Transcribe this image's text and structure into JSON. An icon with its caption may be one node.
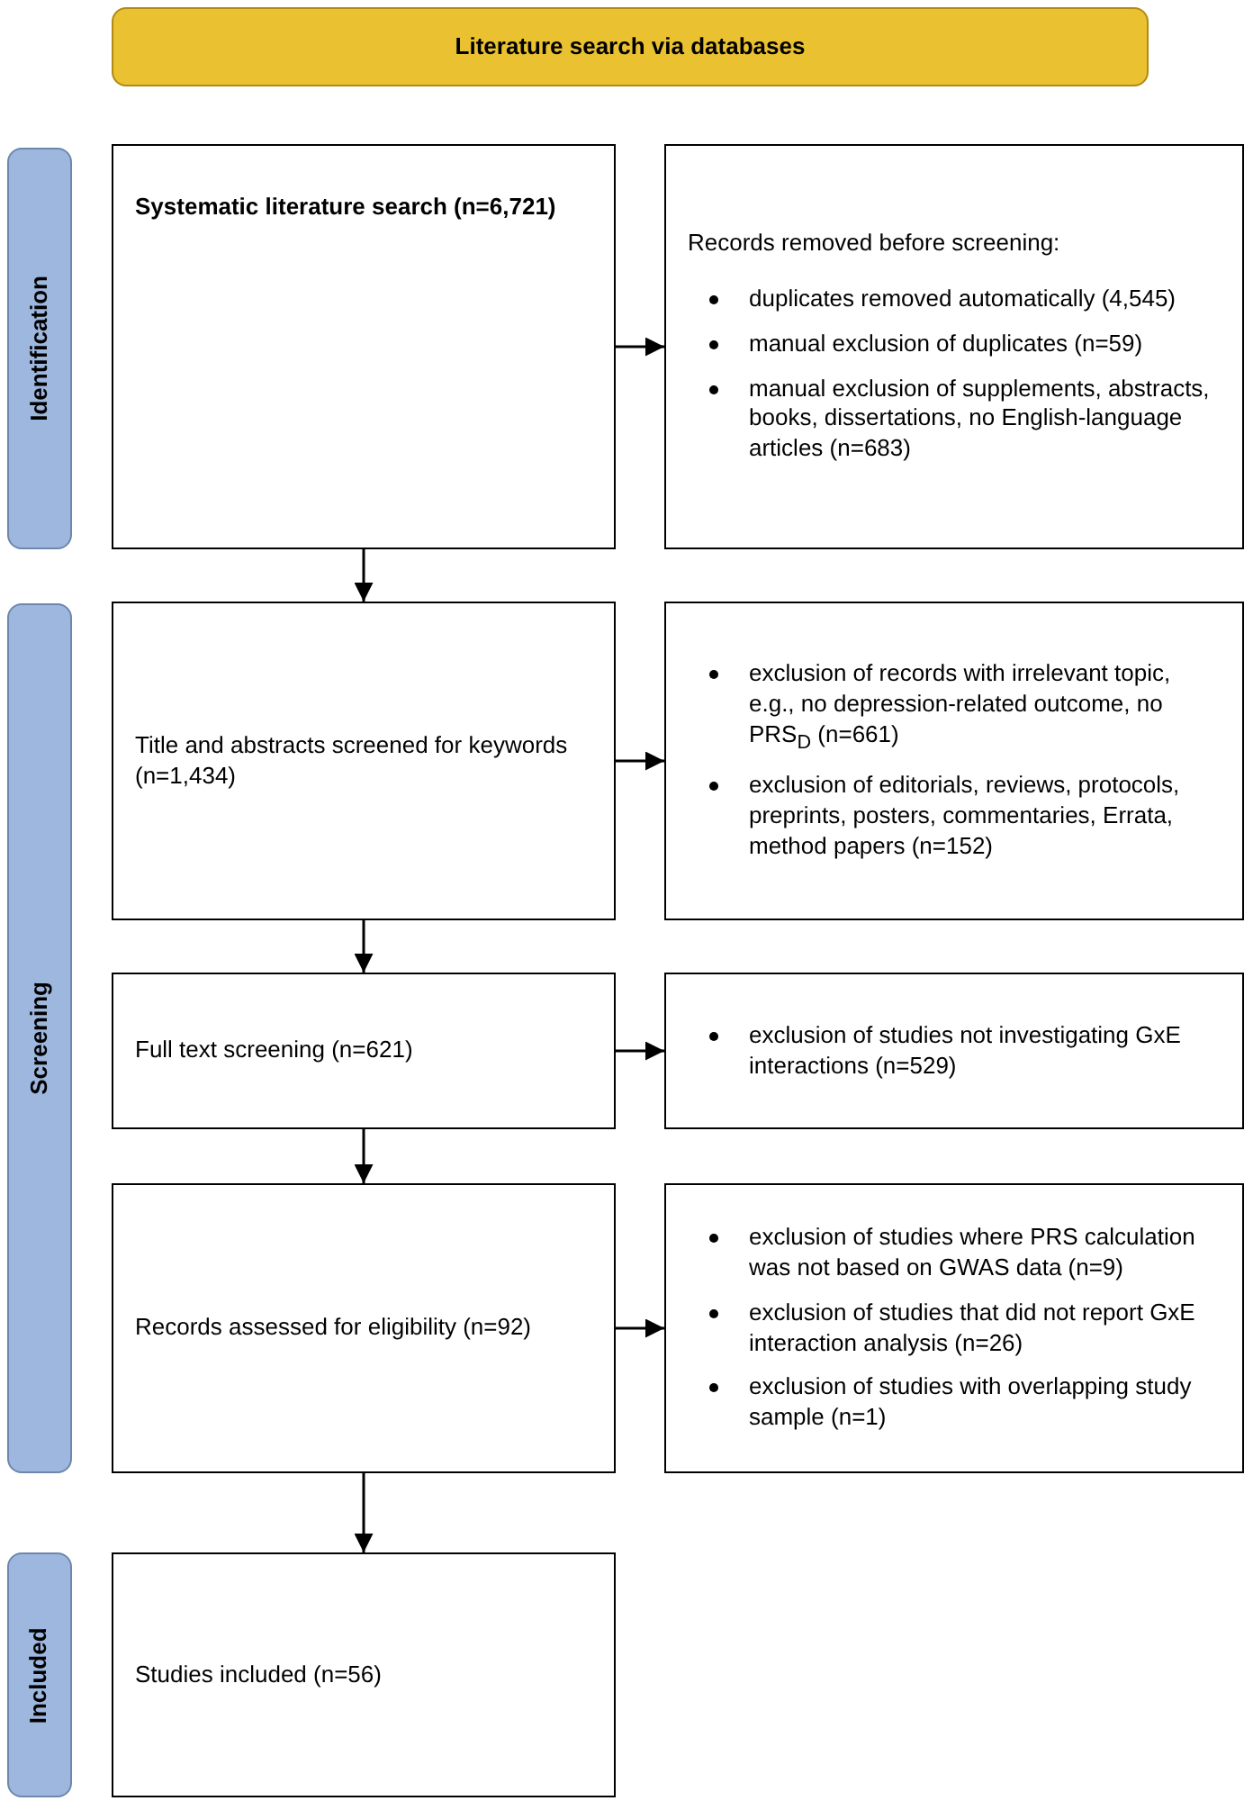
{
  "diagram": {
    "nodes": [
      {
        "text": [
          "Literature search via databases"
        ]
      },
      {
        "text": [
          "Identification"
        ]
      },
      {
        "text": [
          "Systematic literature search (n=6,721)"
        ]
      },
      {
        "text": [
          "Records removed before screening:",
          "duplicates removed automatically (4,545)",
          "manual exclusion of duplicates (n=59)",
          "manual exclusion of supplements, abstracts, books, dissertations, no English-language articles (n=683)"
        ]
      },
      {
        "text": [
          "Screening"
        ]
      },
      {
        "text": [
          "Title and abstracts screened for keywords (n=1,434)"
        ]
      },
      {
        "text": [
          "exclusion of records with irrelevant topic, e.g., no depression-related outcome, no PRS$_{D}$ (n=661)",
          "exclusion of editorials, reviews, protocols, preprints, posters, commentaries, Errata, method papers (n=152)"
        ]
      },
      {
        "text": [
          "Full text screening (n=621)"
        ]
      },
      {
        "text": [
          "exclusion of studies not investigating GxE interactions (n=529)"
        ]
      },
      {
        "text": [
          "Records assessed for eligibility (n=92)"
        ]
      },
      {
        "text": [
          "exclusion of studies where PRS calculation was not based on GWAS data (n=9)",
          "exclusion of studies that did not report GxE interaction analysis (n=26)",
          "exclusion of studies with overlapping study sample (n=1)"
        ]
      },
      {
        "text": [
          "Included"
        ]
      },
      {
        "text": [
          "Studies included (n=56)"
        ]
      }
    ],
    "edges": [
      {
        "from": 2,
        "to": 3,
        "arrow": "to"
      },
      {
        "from": 2,
        "to": 5,
        "arrow": "to"
      },
      {
        "from": 5,
        "to": 6,
        "arrow": "to"
      },
      {
        "from": 5,
        "to": 7,
        "arrow": "to"
      },
      {
        "from": 7,
        "to": 8,
        "arrow": "to"
      },
      {
        "from": 7,
        "to": 9,
        "arrow": "to"
      },
      {
        "from": 9,
        "to": 10,
        "arrow": "to"
      },
      {
        "from": 9,
        "to": 12,
        "arrow": "to"
      }
    ]
  }
}
